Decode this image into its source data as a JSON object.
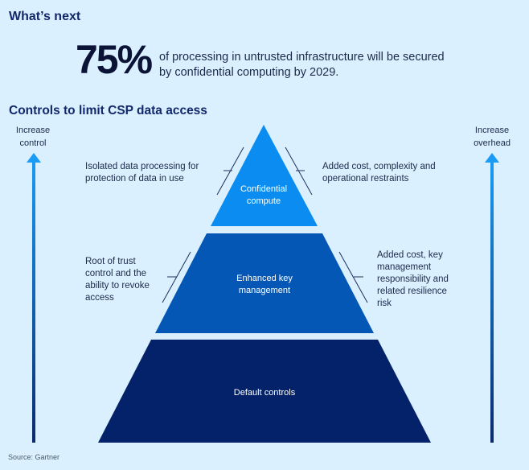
{
  "header": {
    "title": "What’s next"
  },
  "stat": {
    "value": "75%",
    "text": "of processing in untrusted infrastructure will be secured by confidential computing by 2029."
  },
  "section": {
    "title": "Controls to limit CSP data access"
  },
  "axes": {
    "left": "Increase control",
    "right": "Increase overhead"
  },
  "levels": [
    {
      "label": "Confidential compute",
      "benefit": "Isolated data processing for protection of data in use",
      "cost": "Added cost, complexity and operational restraints",
      "color": "#0a8cf0"
    },
    {
      "label": "Enhanced key management",
      "benefit": "Root of trust control and the ability to revoke access",
      "cost": "Added cost, key management responsibility and related resilience risk",
      "color": "#0557b5"
    },
    {
      "label": "Default controls",
      "color": "#03226a"
    }
  ],
  "source": "Source: Gartner"
}
